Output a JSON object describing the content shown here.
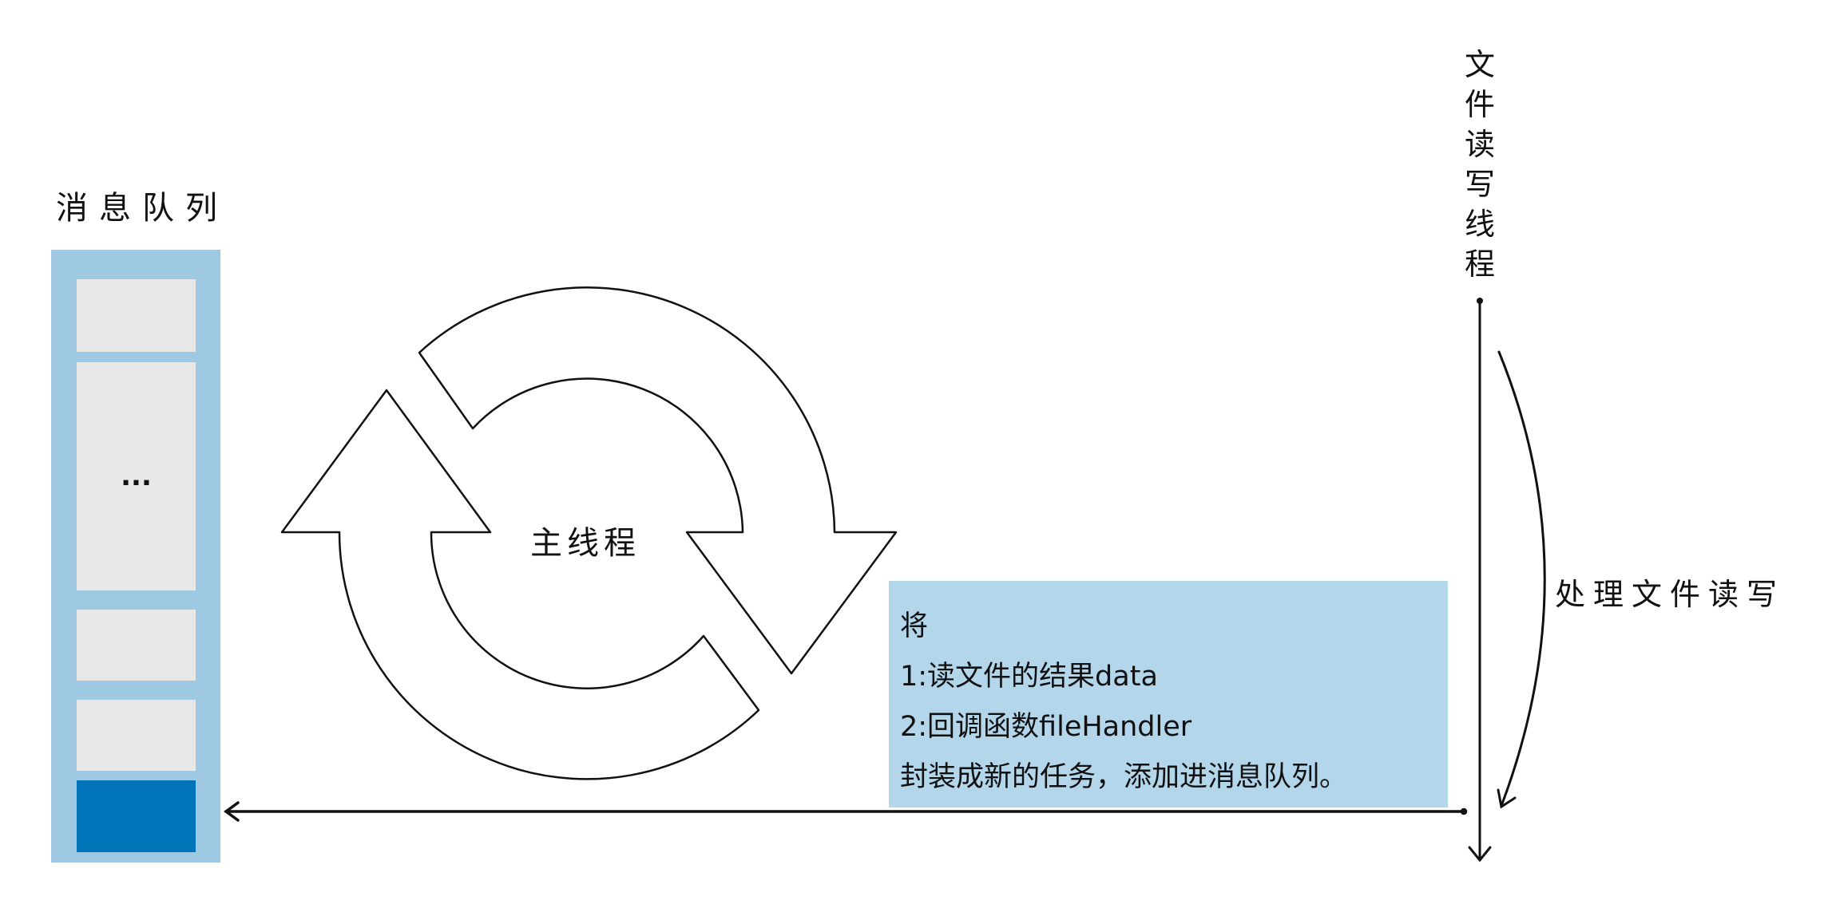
{
  "queue": {
    "title": "消息队列",
    "items": [
      {
        "label": "",
        "state": "pending"
      },
      {
        "label": "...",
        "state": "pending"
      },
      {
        "label": "",
        "state": "pending"
      },
      {
        "label": "",
        "state": "pending"
      },
      {
        "label": "",
        "state": "new-task"
      }
    ],
    "colors": {
      "container": "#9fc9e3",
      "item": "#e8e8e8",
      "new_task": "#0073b9"
    }
  },
  "main_thread": {
    "label": "主线程",
    "icon": "cycle-arrows-icon"
  },
  "io_thread": {
    "label_chars": [
      "文",
      "件",
      "读",
      "写",
      "线",
      "程"
    ],
    "process_label": "处理文件读写"
  },
  "task_box": {
    "lines": [
      "将",
      "1:读文件的结果data",
      "2:回调函数fileHandler",
      "封装成新的任务，添加进消息队列。"
    ],
    "color": "#b3d6eb"
  }
}
